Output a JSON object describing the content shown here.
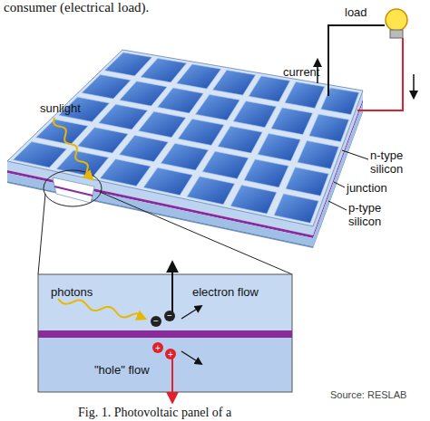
{
  "diagram": {
    "caption": "Fig. 1. Photovoltaic panel of a",
    "nodes": [
      {
        "text": [
          "load"
        ]
      },
      {
        "text": [
          "photons",
          "electron flow",
          "\"hole\" flow"
        ]
      }
    ],
    "labels": [
      "consumer (electrical load).",
      "current",
      "sunlight",
      "n-type silicon",
      "junction",
      "p-type silicon",
      "Source: RESLAB"
    ]
  }
}
